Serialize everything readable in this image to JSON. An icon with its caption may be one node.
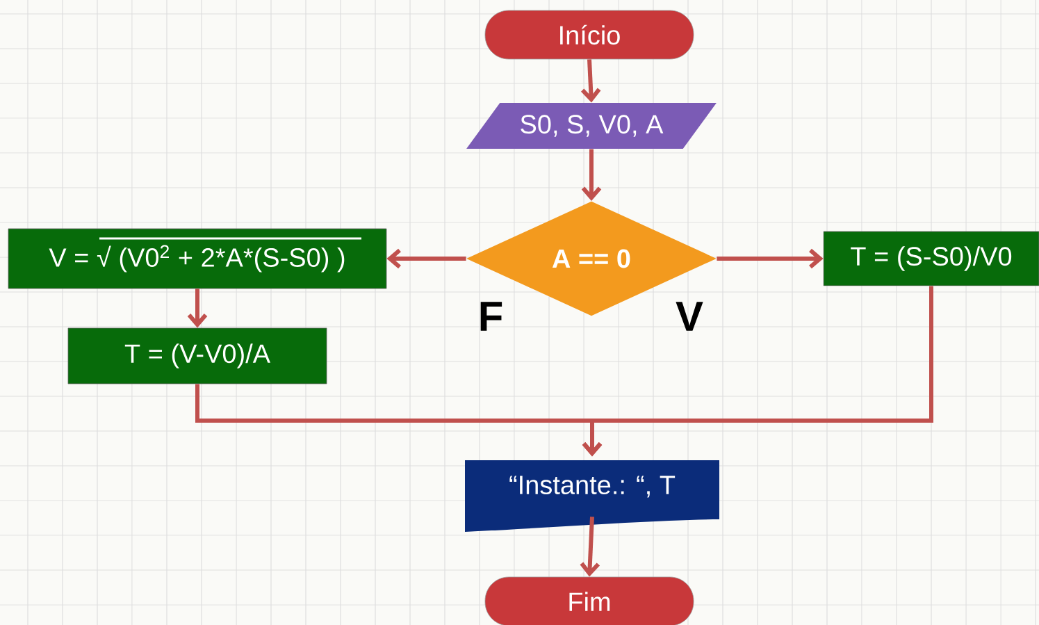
{
  "diagram": {
    "nodes": [
      {
        "text": [
          "Início"
        ]
      },
      {
        "text": [
          "S0, S, V0, A"
        ]
      },
      {
        "text": [
          "A == 0"
        ]
      },
      {
        "text": [
          "V = √ (V0$^{2}$ + 2*A*(S-S0) )"
        ]
      },
      {
        "text": [
          "T = (V-V0)/A"
        ]
      },
      {
        "text": [
          "T = (S-S0)/V0"
        ]
      },
      {
        "text": [
          "“Instante.: “, T"
        ]
      },
      {
        "text": [
          "Fim"
        ]
      }
    ],
    "edges": [
      {
        "from": 0,
        "to": 1,
        "arrow": "to"
      },
      {
        "from": 1,
        "to": 2,
        "arrow": "to"
      },
      {
        "from": 2,
        "to": 3,
        "arrow": "to",
        "label": "F"
      },
      {
        "from": 2,
        "to": 5,
        "arrow": "to",
        "label": "V"
      },
      {
        "from": 3,
        "to": 4,
        "arrow": "to"
      },
      {
        "from": 4,
        "to": 6,
        "arrow": "to"
      },
      {
        "from": 5,
        "to": 6,
        "arrow": "to"
      },
      {
        "from": 6,
        "to": 7,
        "arrow": "to"
      }
    ]
  }
}
